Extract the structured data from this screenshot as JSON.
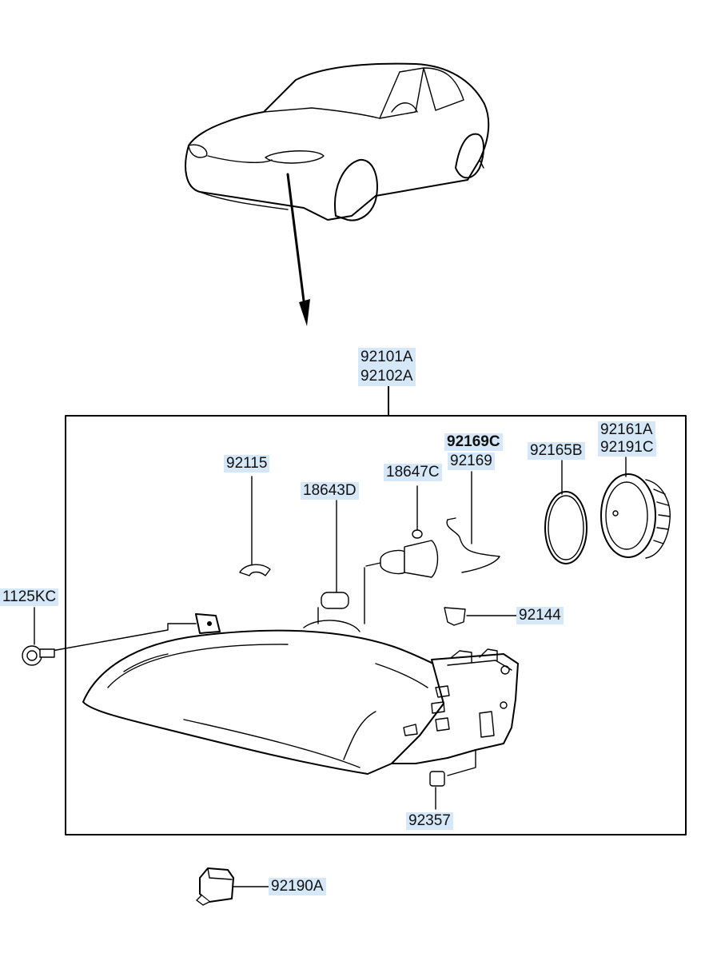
{
  "labels": {
    "p92101A": "92101A",
    "p92102A": "92102A",
    "p92169C": "92169C",
    "p92169": "92169",
    "p92115": "92115",
    "p18647C": "18647C",
    "p18643D": "18643D",
    "p92165B": "92165B",
    "p92161A": "92161A",
    "p92191C": "92191C",
    "p1125KC": "1125KC",
    "p92144": "92144",
    "p92357": "92357",
    "p92190A": "92190A"
  },
  "colors": {
    "label_highlight": "#d6e8f7",
    "line": "#000000"
  }
}
